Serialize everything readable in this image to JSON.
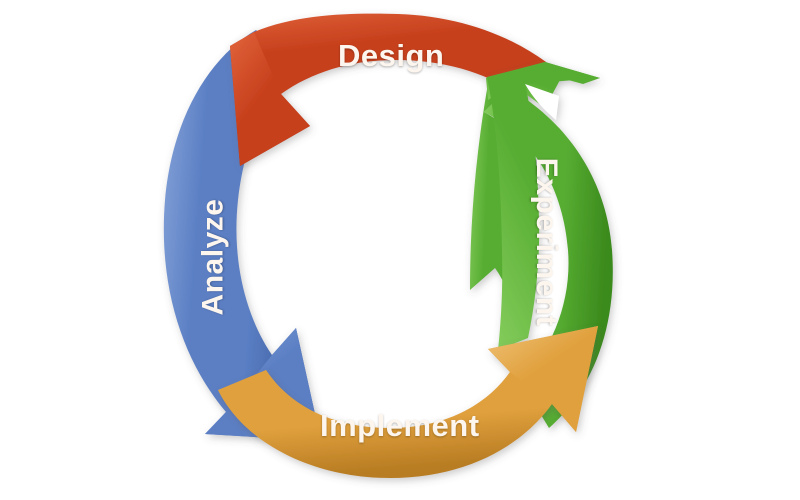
{
  "diagram": {
    "type": "cycle-diagram",
    "title": "Design Experiment Implement Analyze cycle",
    "background_color": "#ffffff",
    "direction": "counter-clockwise",
    "flow_order": [
      "Design",
      "Analyze",
      "Implement",
      "Experiment"
    ],
    "segments": [
      {
        "id": "design",
        "label": "Design",
        "color": "#c63f1c",
        "color_light": "#de6038",
        "color_dark": "#9c2e12",
        "position": "top",
        "arrow_points_to": "Analyze",
        "text_rotation_deg": 0
      },
      {
        "id": "analyze",
        "label": "Analyze",
        "color": "#5b7fc4",
        "color_light": "#88a5da",
        "color_dark": "#3d5c9e",
        "position": "left",
        "arrow_points_to": "Implement",
        "text_rotation_deg": -90
      },
      {
        "id": "implement",
        "label": "Implement",
        "color": "#e0a03d",
        "color_light": "#f0c277",
        "color_dark": "#b87c22",
        "position": "bottom",
        "arrow_points_to": "Experiment",
        "text_rotation_deg": 0
      },
      {
        "id": "experiment",
        "label": "Experiment",
        "color": "#57ad32",
        "color_light": "#84cc5c",
        "color_dark": "#3b8a1d",
        "position": "right",
        "arrow_points_to": "Design",
        "text_rotation_deg": 90
      }
    ]
  }
}
